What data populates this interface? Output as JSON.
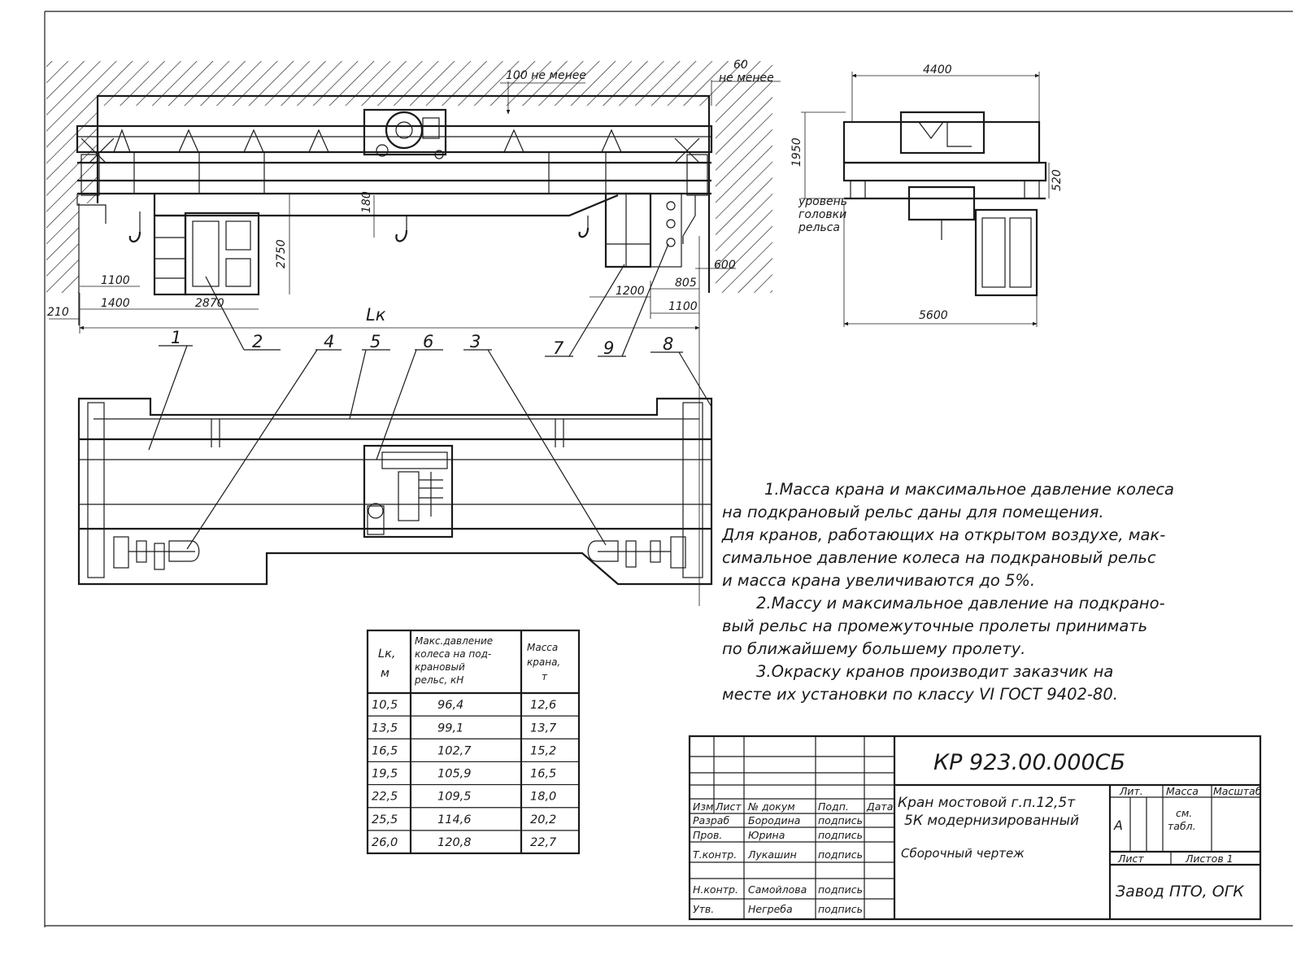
{
  "dimensions": {
    "gap_top": "100 не менее",
    "side_60": "60",
    "side_60_note": "не менее",
    "h_180": "180",
    "h_2750": "2750",
    "w_1100_left": "1100",
    "w_1400": "1400",
    "w_2870": "2870",
    "w_210": "210",
    "span": "Lк",
    "w_600": "600",
    "w_805": "805",
    "w_1100_right": "1100",
    "w_1200": "1200",
    "end_4400": "4400",
    "end_1950": "1950",
    "end_520": "520",
    "end_5600": "5600",
    "rail_level": [
      "уровень",
      "головки",
      "рельса"
    ]
  },
  "callouts": [
    "1",
    "2",
    "4",
    "5",
    "6",
    "3",
    "7",
    "9",
    "8"
  ],
  "notes": [
    "1.Масса крана и максимальное давление колеса",
    "на подкрановый рельс даны для помещения.",
    "Для кранов, работающих на открытом воздухе, мак-",
    "симальное давление колеса на подкрановый рельс",
    "и масса крана увеличиваются до 5%.",
    "2.Массу и максимальное давление на подкрано-",
    "вый рельс на промежуточные пролеты принимать",
    "по ближайшему большему пролету.",
    "3.Окраску кранов производит заказчик на",
    "месте их установки по классу VI ГОСТ 9402-80."
  ],
  "table": {
    "headers": {
      "col1": [
        "Lк,",
        "м"
      ],
      "col2": [
        "Макс.давление",
        "колеса на под-",
        "крановый",
        "рельс, кН"
      ],
      "col3": [
        "Масса",
        "крана,",
        "т"
      ]
    },
    "rows": [
      [
        "10,5",
        "96,4",
        "12,6"
      ],
      [
        "13,5",
        "99,1",
        "13,7"
      ],
      [
        "16,5",
        "102,7",
        "15,2"
      ],
      [
        "19,5",
        "105,9",
        "16,5"
      ],
      [
        "22,5",
        "109,5",
        "18,0"
      ],
      [
        "25,5",
        "114,6",
        "20,2"
      ],
      [
        "26,0",
        "120,8",
        "22,7"
      ]
    ]
  },
  "title_block": {
    "doc_code": "КР 923.00.000СБ",
    "name_line1": "Кран мостовой г.п.12,5т",
    "name_line2": "5К модернизированный",
    "doc_type": "Сборочный чертеж",
    "head": [
      "Изм",
      "Лист",
      "№ докум",
      "Подп.",
      "Дата"
    ],
    "rows": [
      [
        "Разраб",
        "Бородина",
        "подпись"
      ],
      [
        "Пров.",
        "Юрина",
        "подпись"
      ],
      [
        "Т.контр.",
        "Лукашин",
        "подпись"
      ],
      [
        "Н.контр.",
        "Самойлова",
        "подпись"
      ],
      [
        "Утв.",
        "Негреба",
        "подпись"
      ]
    ],
    "lit_label": "Лит.",
    "lit_value": "А",
    "mass_label": "Масса",
    "mass_value_1": "см.",
    "mass_value_2": "табл.",
    "scale_label": "Масштаб",
    "sheet_label": "Лист",
    "sheets_label": "Листов 1",
    "org": "Завод ПТО, ОГК"
  }
}
